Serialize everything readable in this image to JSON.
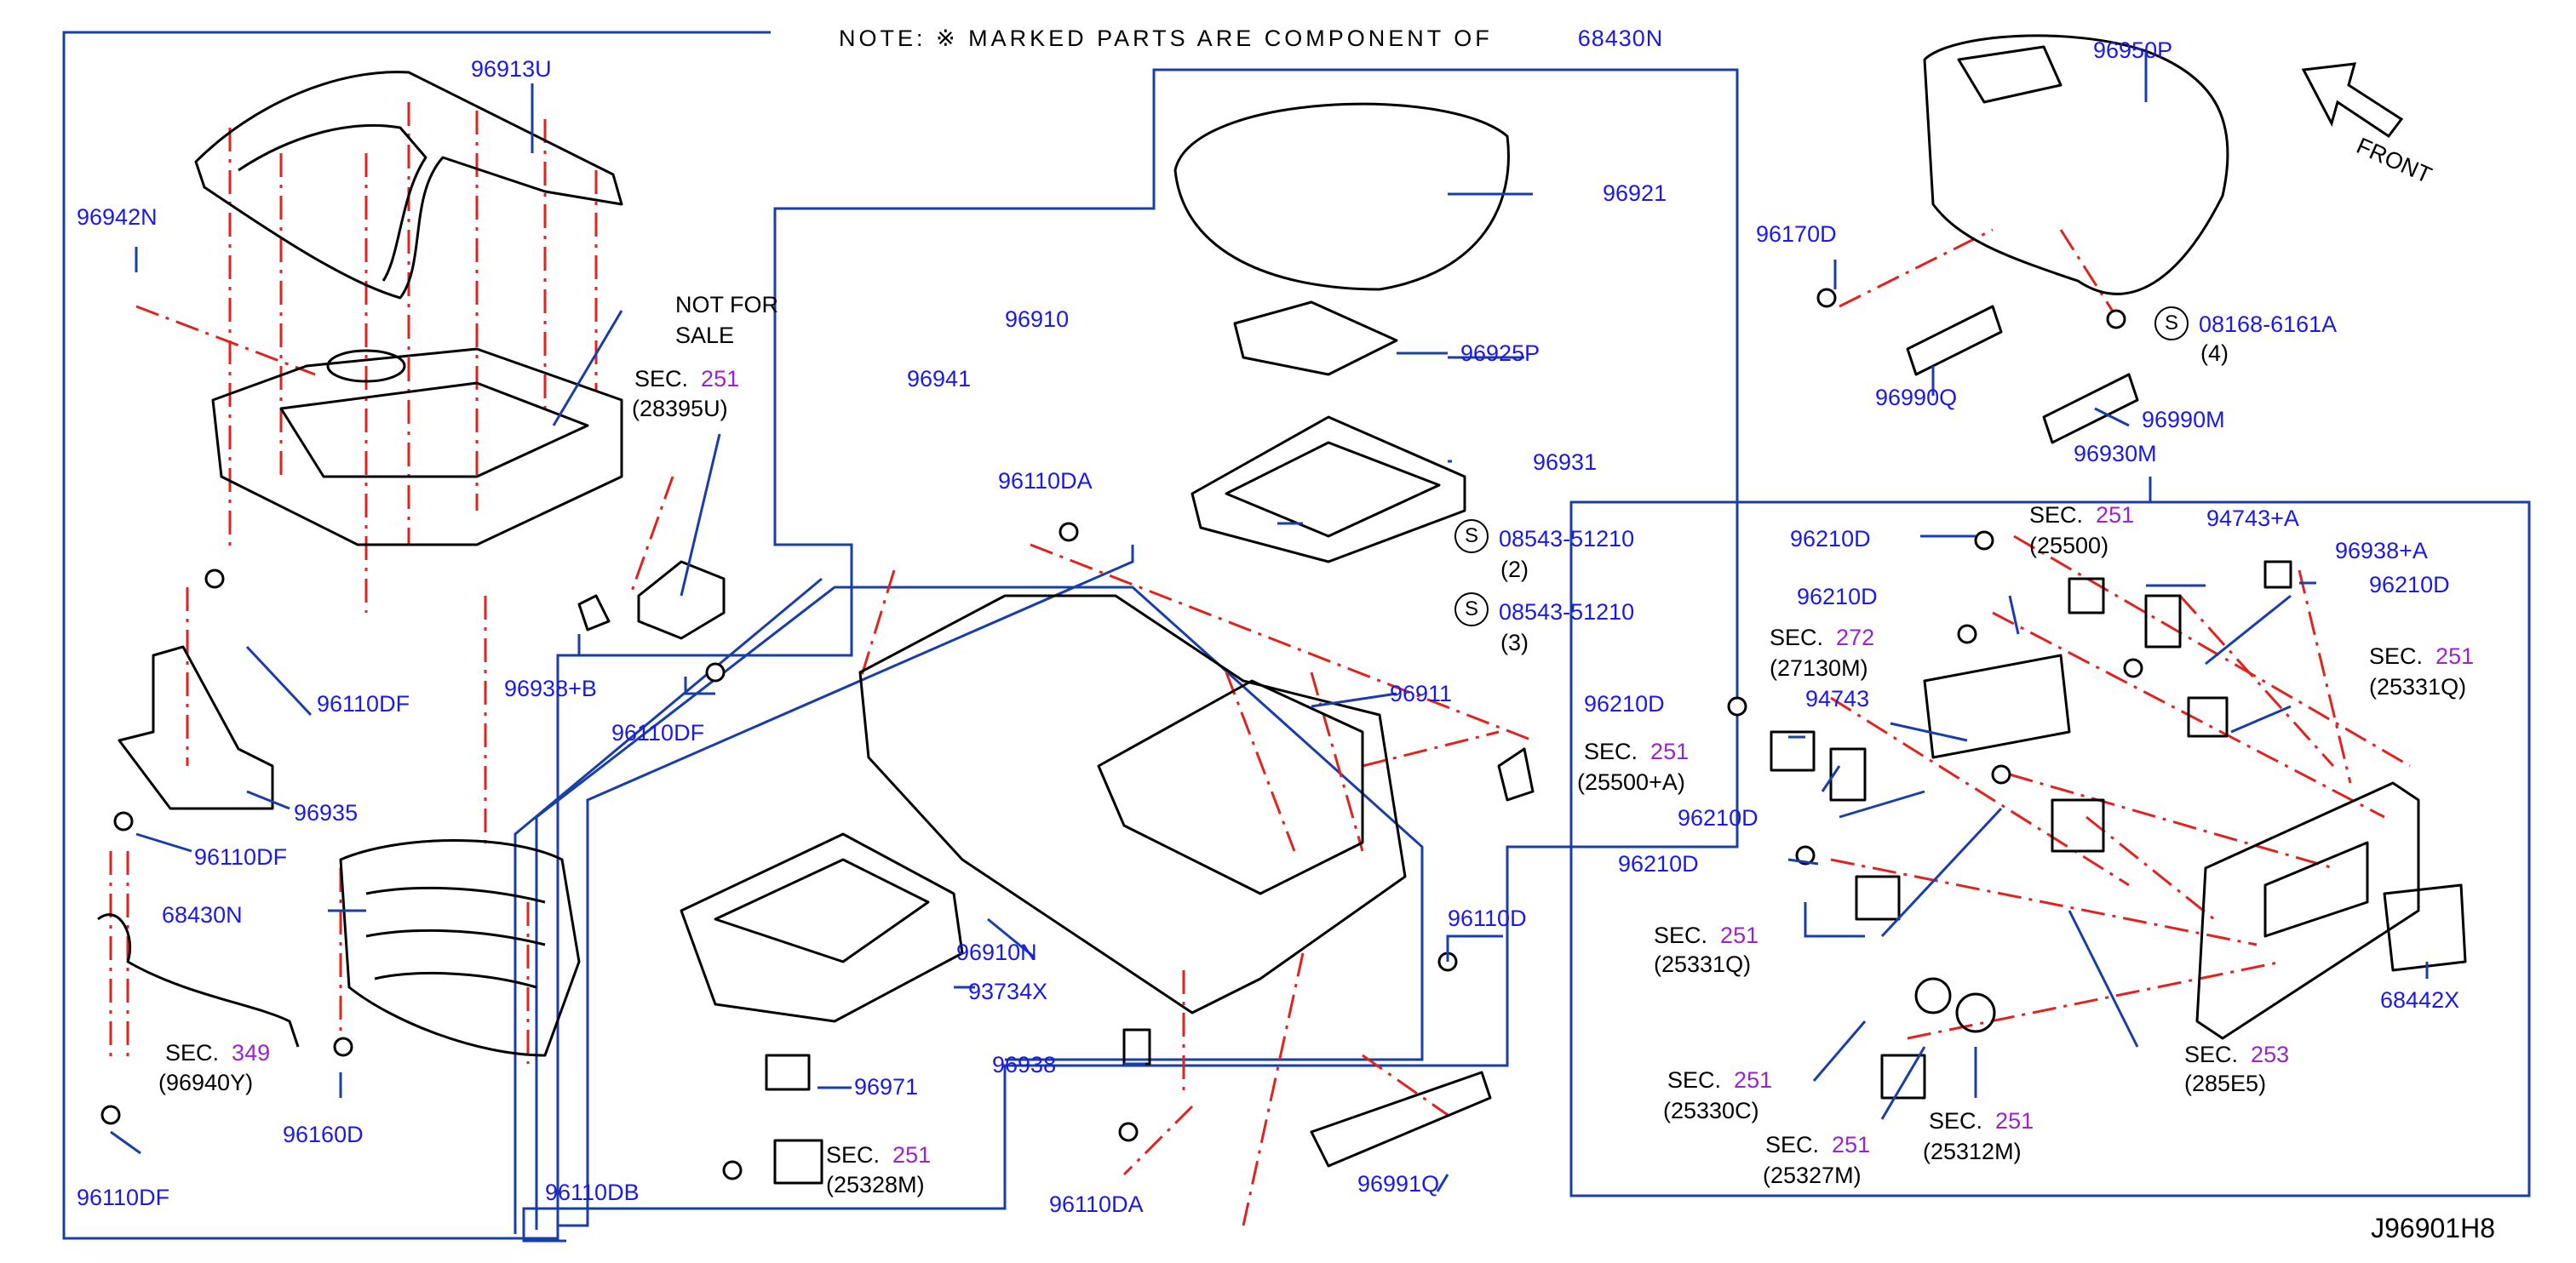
{
  "note": {
    "text": "NOTE:  ※ MARKED  PARTS  ARE  COMPONENT  OF",
    "ref": "68430N"
  },
  "not_for_sale": {
    "line1": "NOT   FOR",
    "line2": "SALE"
  },
  "front_label": "FRONT",
  "diagram_id": "J96901H8",
  "parts": {
    "p96913U": "96913U",
    "p96942N": "96942N",
    "p96941": "96941",
    "p96110DF_a": "96110DF",
    "p96110DF_b": "96110DF",
    "p96110DF_c": "96110DF",
    "p96110DF_d": "96110DF",
    "p96935": "96935",
    "p68430N": "68430N",
    "p96160D": "96160D",
    "p96938B": "96938+B",
    "p96910": "96910",
    "p96921": "96921",
    "p96925P": "96925P",
    "p96931": "96931",
    "p96110DA_a": "96110DA",
    "p96110DA_b": "96110DA",
    "p96911": "96911",
    "p96910N": "96910N",
    "p93734X": "93734X",
    "p96971": "96971",
    "p96938": "96938",
    "p96110DB": "96110DB",
    "p96110D": "96110D",
    "p96991Q": "96991Q",
    "p96950P": "96950P",
    "p96170D": "96170D",
    "p96990Q": "96990Q",
    "p96990M": "96990M",
    "p96930M": "96930M",
    "p96210D_a": "96210D",
    "p96210D_b": "96210D",
    "p96210D_c": "96210D",
    "p96210D_d": "96210D",
    "p96210D_e": "96210D",
    "p96210D_f": "96210D",
    "p94743A": "94743+A",
    "p96938A": "96938+A",
    "p94743": "94743",
    "p68442X": "68442X"
  },
  "bolt_refs": {
    "b1": {
      "code": "08543-51210",
      "qty": "(2)"
    },
    "b2": {
      "code": "08543-51210",
      "qty": "(3)"
    },
    "b3": {
      "code": "08168-6161A",
      "qty": "(4)"
    },
    "symbol": "S"
  },
  "sections": {
    "s1": {
      "word": "SEC.",
      "num": "251",
      "ref": "(28395U)"
    },
    "s2": {
      "word": "SEC.",
      "num": "349",
      "ref": "(96940Y)"
    },
    "s3": {
      "word": "SEC.",
      "num": "251",
      "ref": "(25328M)"
    },
    "s4": {
      "word": "SEC.",
      "num": "251",
      "ref": "(25500)"
    },
    "s5": {
      "word": "SEC.",
      "num": "272",
      "ref": "(27130M)"
    },
    "s6": {
      "word": "SEC.",
      "num": "251",
      "ref": "(25331Q)"
    },
    "s7": {
      "word": "SEC.",
      "num": "251",
      "ref": "(25500+A)"
    },
    "s8": {
      "word": "SEC.",
      "num": "251",
      "ref": "(25331Q)"
    },
    "s9": {
      "word": "SEC.",
      "num": "253",
      "ref": "(285E5)"
    },
    "s10": {
      "word": "SEC.",
      "num": "251",
      "ref": "(25330C)"
    },
    "s11": {
      "word": "SEC.",
      "num": "251",
      "ref": "(25312M)"
    },
    "s12": {
      "word": "SEC.",
      "num": "251",
      "ref": "(25327M)"
    }
  },
  "colors": {
    "part_label": "#1a1ae6",
    "section_num": "#9b22cc",
    "frame_line": "#1a3ea8",
    "dash_line": "#e0231f",
    "drawing": "#000000"
  }
}
